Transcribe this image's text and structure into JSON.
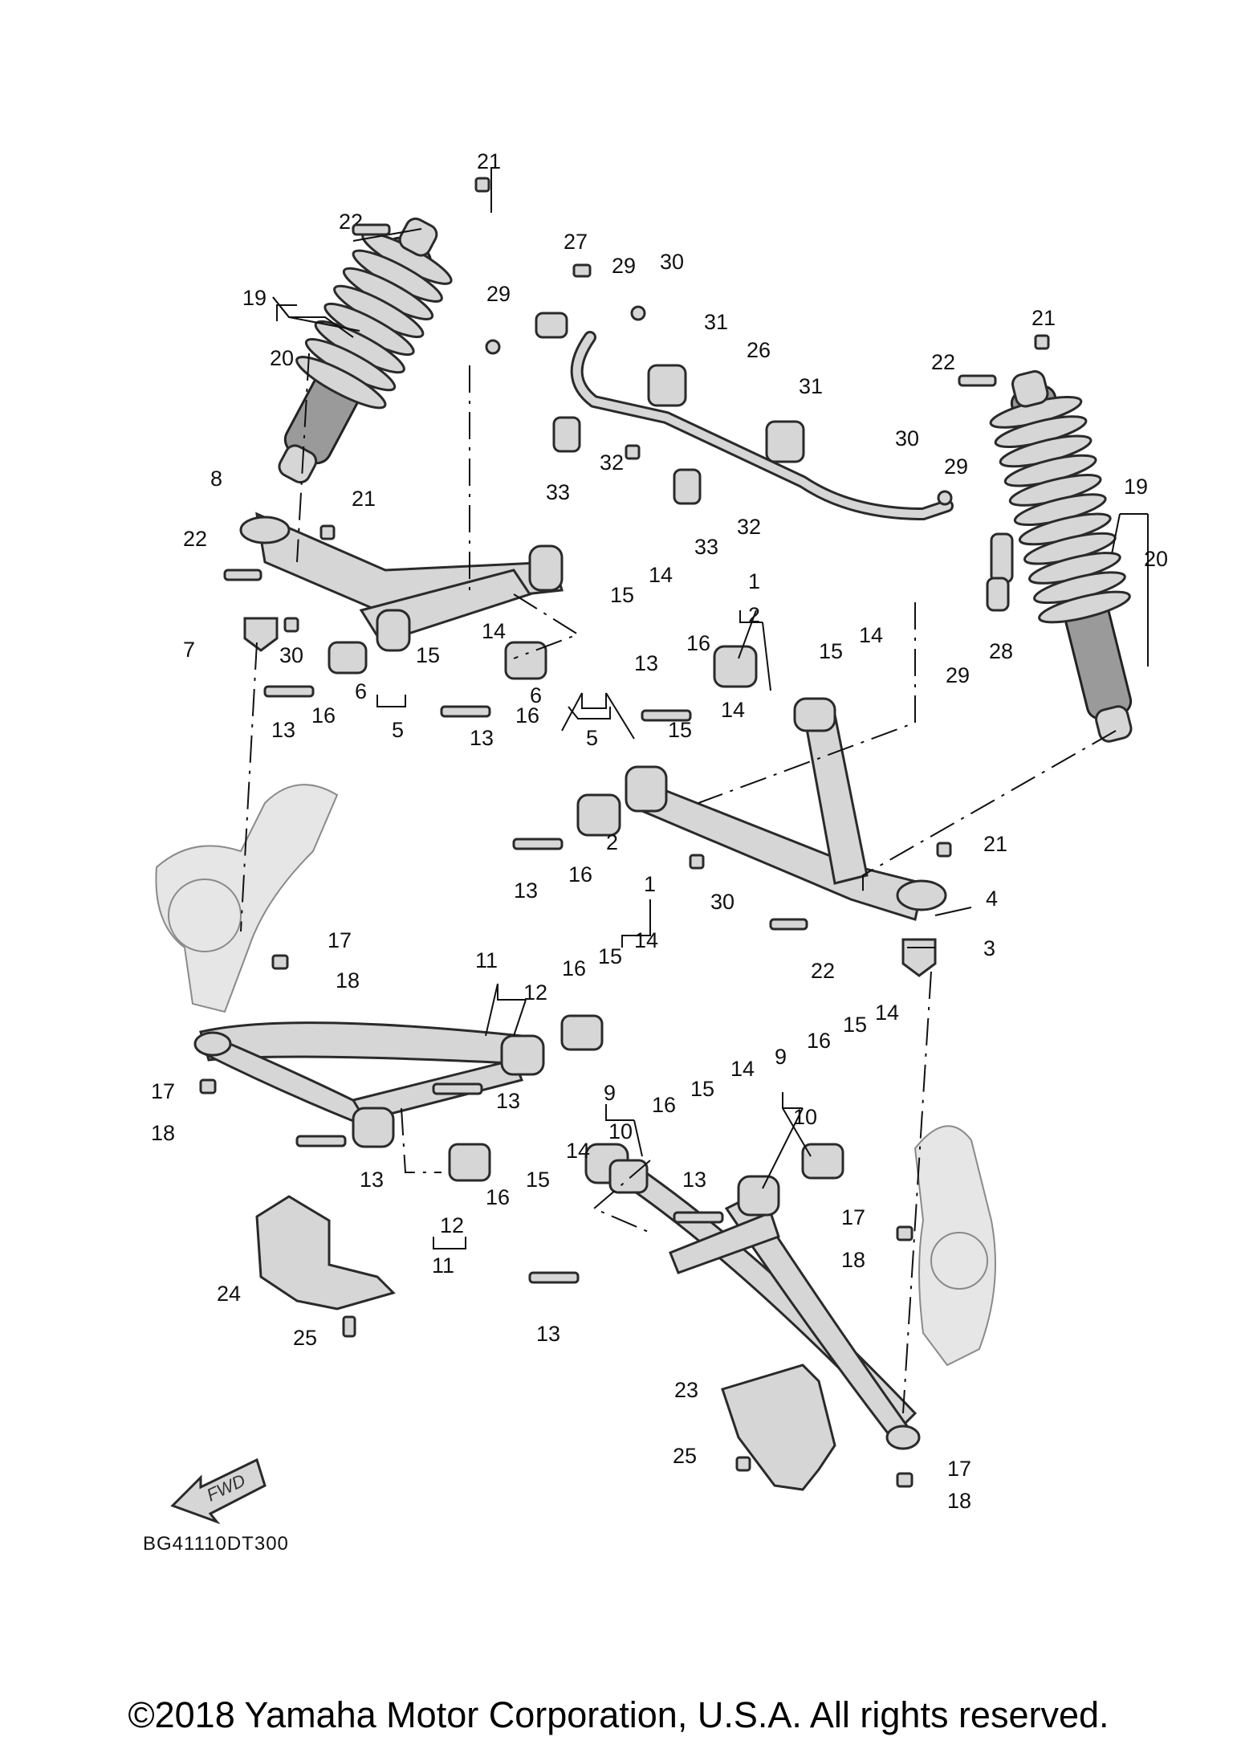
{
  "diagram": {
    "callouts": [
      "1",
      "2",
      "3",
      "4",
      "5",
      "6",
      "7",
      "8",
      "9",
      "10",
      "11",
      "12",
      "13",
      "14",
      "15",
      "16",
      "17",
      "18",
      "19",
      "20",
      "21",
      "22",
      "23",
      "24",
      "25",
      "26",
      "27",
      "28",
      "29",
      "30",
      "31",
      "32",
      "33"
    ],
    "fwd_label": "FWD",
    "diagram_code": "BG41110DT300"
  },
  "footer": {
    "copyright": "©2018 Yamaha Motor Corporation, U.S.A. All rights reserved."
  }
}
